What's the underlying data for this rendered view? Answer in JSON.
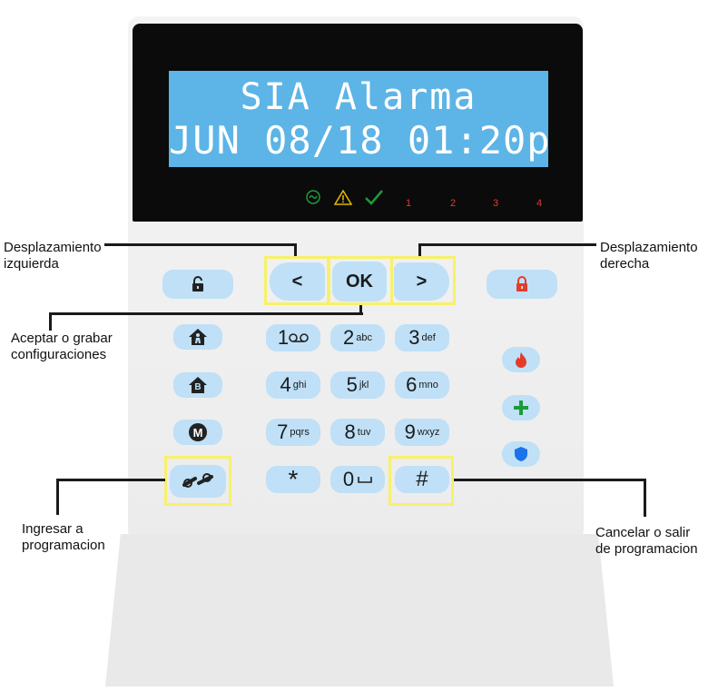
{
  "display": {
    "line1": "SIA Alarma",
    "line2": "JUN 08/18 01:20p",
    "zones": [
      "1",
      "2",
      "3",
      "4"
    ]
  },
  "nav": {
    "left": "<",
    "ok": "OK",
    "right": ">"
  },
  "keys": {
    "k1": {
      "digit": "1",
      "letters": ""
    },
    "k2": {
      "digit": "2",
      "letters": "abc"
    },
    "k3": {
      "digit": "3",
      "letters": "def"
    },
    "k4": {
      "digit": "4",
      "letters": "ghi"
    },
    "k5": {
      "digit": "5",
      "letters": "jkl"
    },
    "k6": {
      "digit": "6",
      "letters": "mno"
    },
    "k7": {
      "digit": "7",
      "letters": "pqrs"
    },
    "k8": {
      "digit": "8",
      "letters": "tuv"
    },
    "k9": {
      "digit": "9",
      "letters": "wxyz"
    },
    "star": "*",
    "k0": {
      "digit": "0"
    },
    "hash": "#"
  },
  "side_keys": {
    "stay": "B",
    "m": "M"
  },
  "callouts": {
    "scroll_left": [
      "Desplazamiento",
      "izquierda"
    ],
    "scroll_right": [
      "Desplazamiento",
      "derecha"
    ],
    "accept": [
      "Aceptar o grabar",
      "configuraciones"
    ],
    "enter_program": [
      "Ingresar a",
      "programacion"
    ],
    "cancel": [
      "Cancelar o salir",
      "de programacion"
    ]
  },
  "colors": {
    "lcd": "#5db4e6",
    "key": "#bfe0f7",
    "highlight": "#f7f16a",
    "alarm_red": "#e43c2a",
    "ok_green": "#1e9a3a",
    "panic_blue": "#1a73e8"
  },
  "icons": [
    "unlock-icon",
    "lock-icon",
    "home-away-icon",
    "home-stay-icon",
    "mode-m-icon",
    "wrench-icon",
    "fire-icon",
    "medical-plus-icon",
    "police-shield-icon",
    "ac-power-icon",
    "warning-icon",
    "check-icon",
    "voice-icon",
    "space-icon"
  ]
}
